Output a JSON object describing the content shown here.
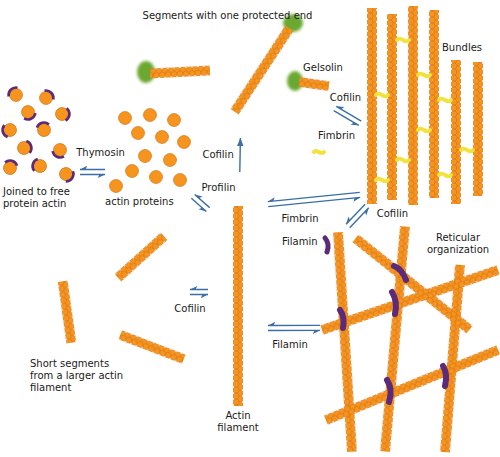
{
  "diagram": {
    "nodes": [
      {
        "text": [
          "Segments with one protected end"
        ]
      },
      {
        "text": [
          "Bundles"
        ]
      },
      {
        "text": [
          "Joined to free protein actin"
        ]
      },
      {
        "text": [
          "actin proteins"
        ]
      },
      {
        "text": [
          "Actin filament"
        ]
      },
      {
        "text": [
          "Reticular organization"
        ]
      },
      {
        "text": [
          "Short segments from a larger actin filament"
        ]
      }
    ],
    "edges": [
      {
        "from": 2,
        "to": 3,
        "label": "Thymosin",
        "arrow": "both"
      },
      {
        "from": 3,
        "to": 4,
        "label": "Profilin",
        "arrow": "both"
      },
      {
        "from": 4,
        "to": 0,
        "label": "Cofilin",
        "arrow": "to"
      },
      {
        "from": 0,
        "to": 1,
        "label": "Cofilin",
        "arrow": "both"
      },
      {
        "from": 4,
        "to": 1,
        "label": "Fimbrin",
        "arrow": "both"
      },
      {
        "from": 1,
        "to": 5,
        "label": "Cofilin",
        "arrow": "both"
      },
      {
        "from": 6,
        "to": 4,
        "label": "Cofilin",
        "arrow": "both"
      },
      {
        "from": 4,
        "to": 5,
        "label": "Filamin",
        "arrow": "both"
      }
    ],
    "labels": [
      "Gelsolin",
      "Fimbrin",
      "Filamin"
    ]
  }
}
